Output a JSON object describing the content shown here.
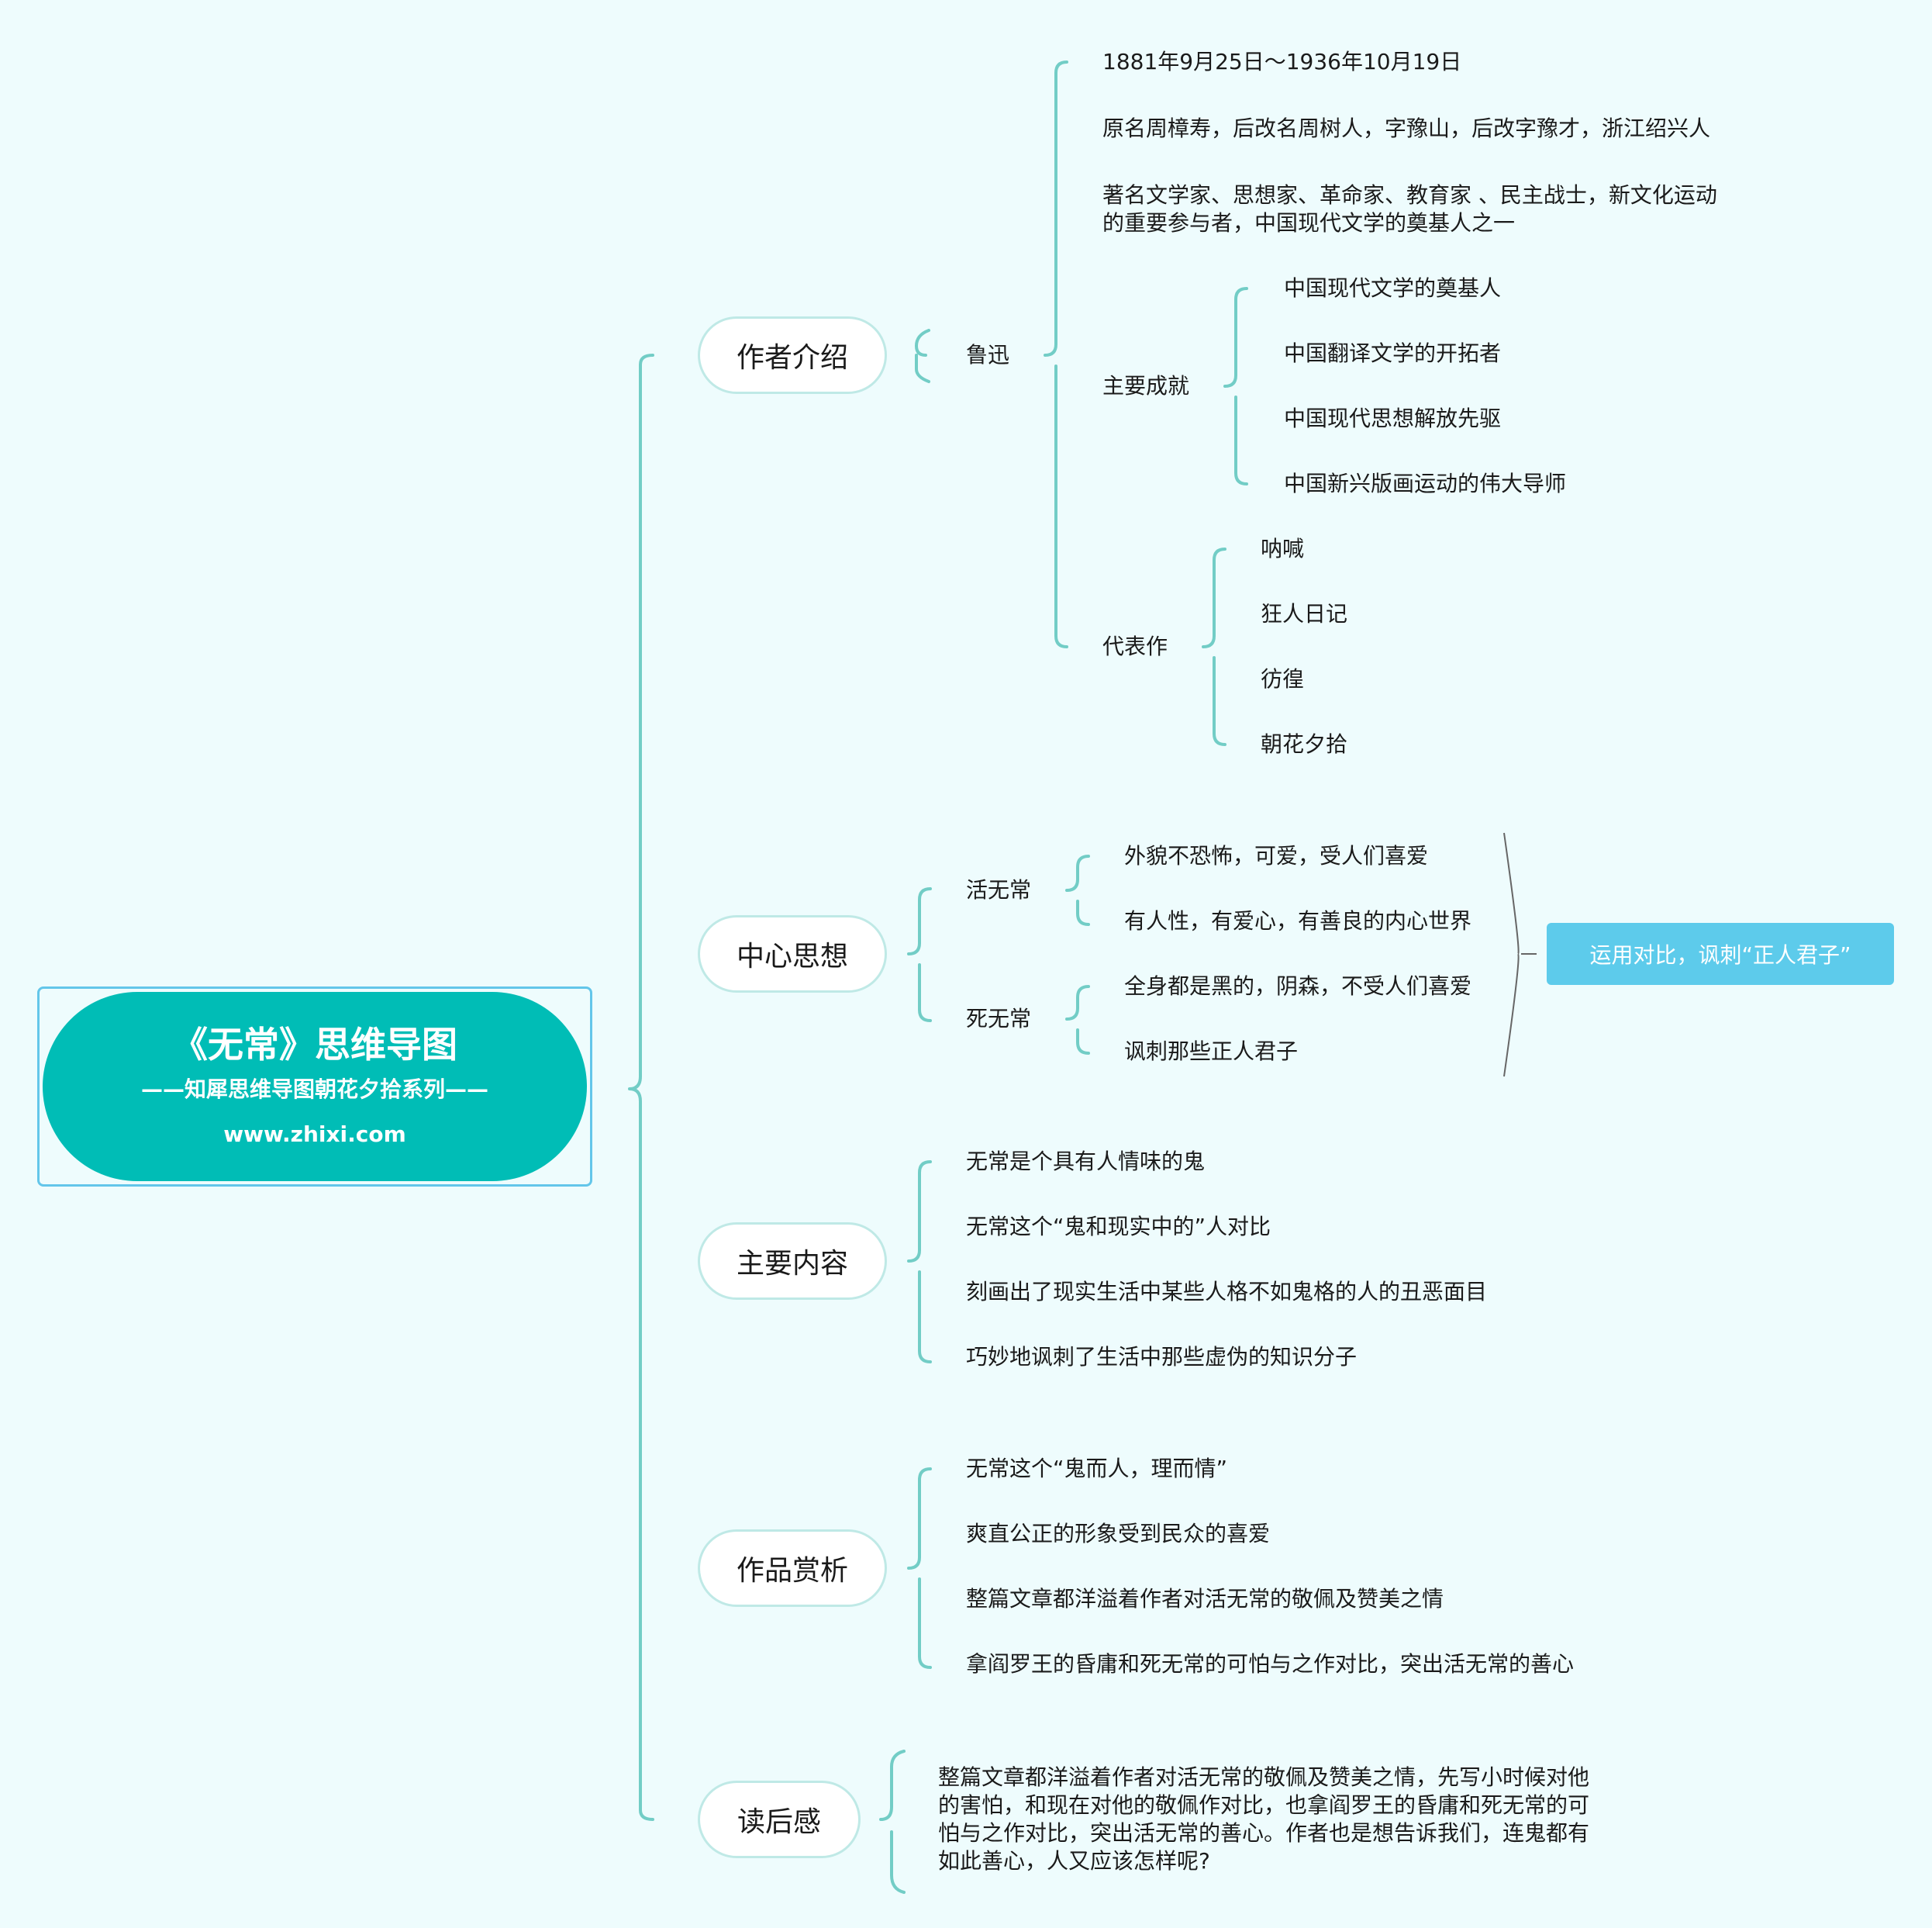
{
  "central": {
    "title": "《无常》思维导图",
    "subtitle": "——知犀思维导图朝花夕拾系列——",
    "url": "www.zhixi.com"
  },
  "branches": {
    "author": {
      "label": "作者介绍",
      "sub": "鲁迅",
      "dates": "1881年9月25日～1936年10月19日",
      "names": "原名周樟寿，后改名周树人，字豫山，后改字豫才，浙江绍兴人",
      "roles_line1": "著名文学家、思想家、革命家、教育家 、民主战士，新文化运动",
      "roles_line2": "的重要参与者，中国现代文学的奠基人之一",
      "achievements": {
        "label": "主要成就",
        "items": [
          "中国现代文学的奠基人",
          "中国翻译文学的开拓者",
          "中国现代思想解放先驱",
          "中国新兴版画运动的伟大导师"
        ]
      },
      "works": {
        "label": "代表作",
        "items": [
          "呐喊",
          "狂人日记",
          "彷徨",
          "朝花夕拾"
        ]
      }
    },
    "theme": {
      "label": "中心思想",
      "living": {
        "label": "活无常",
        "items": [
          "外貌不恐怖，可爱，受人们喜爱",
          "有人性，有爱心，有善良的内心世界"
        ]
      },
      "dead": {
        "label": "死无常",
        "items": [
          "全身都是黑的，阴森，不受人们喜爱",
          "讽刺那些正人君子"
        ]
      },
      "summary": "运用对比，讽刺“正人君子”"
    },
    "content": {
      "label": "主要内容",
      "items": [
        "无常是个具有人情味的鬼",
        "无常这个“鬼和现实中的”人对比",
        "刻画出了现实生活中某些人格不如鬼格的人的丑恶面目",
        "巧妙地讽刺了生活中那些虚伪的知识分子"
      ]
    },
    "appreciation": {
      "label": "作品赏析",
      "items": [
        "无常这个“鬼而人，理而情”",
        "爽直公正的形象受到民众的喜爱",
        "整篇文章都洋溢着作者对活无常的敬佩及赞美之情",
        "拿阎罗王的昏庸和死无常的可怕与之作对比，突出活无常的善心"
      ]
    },
    "reflection": {
      "label": "读后感",
      "text": "整篇文章都洋溢着作者对活无常的敬佩及赞美之情，先写小时候对他的害怕，和现在对他的敬佩作对比，也拿阎罗王的昏庸和死无常的可怕与之作对比，突出活无常的善心。作者也是想告诉我们，连鬼都有如此善心，人又应该怎样呢?"
    }
  },
  "colors": {
    "line": "#72cdc6",
    "central": "#00bdb6",
    "frame": "#63c6ea",
    "summary": "#5dcbeb",
    "background": "#eefcfd"
  }
}
